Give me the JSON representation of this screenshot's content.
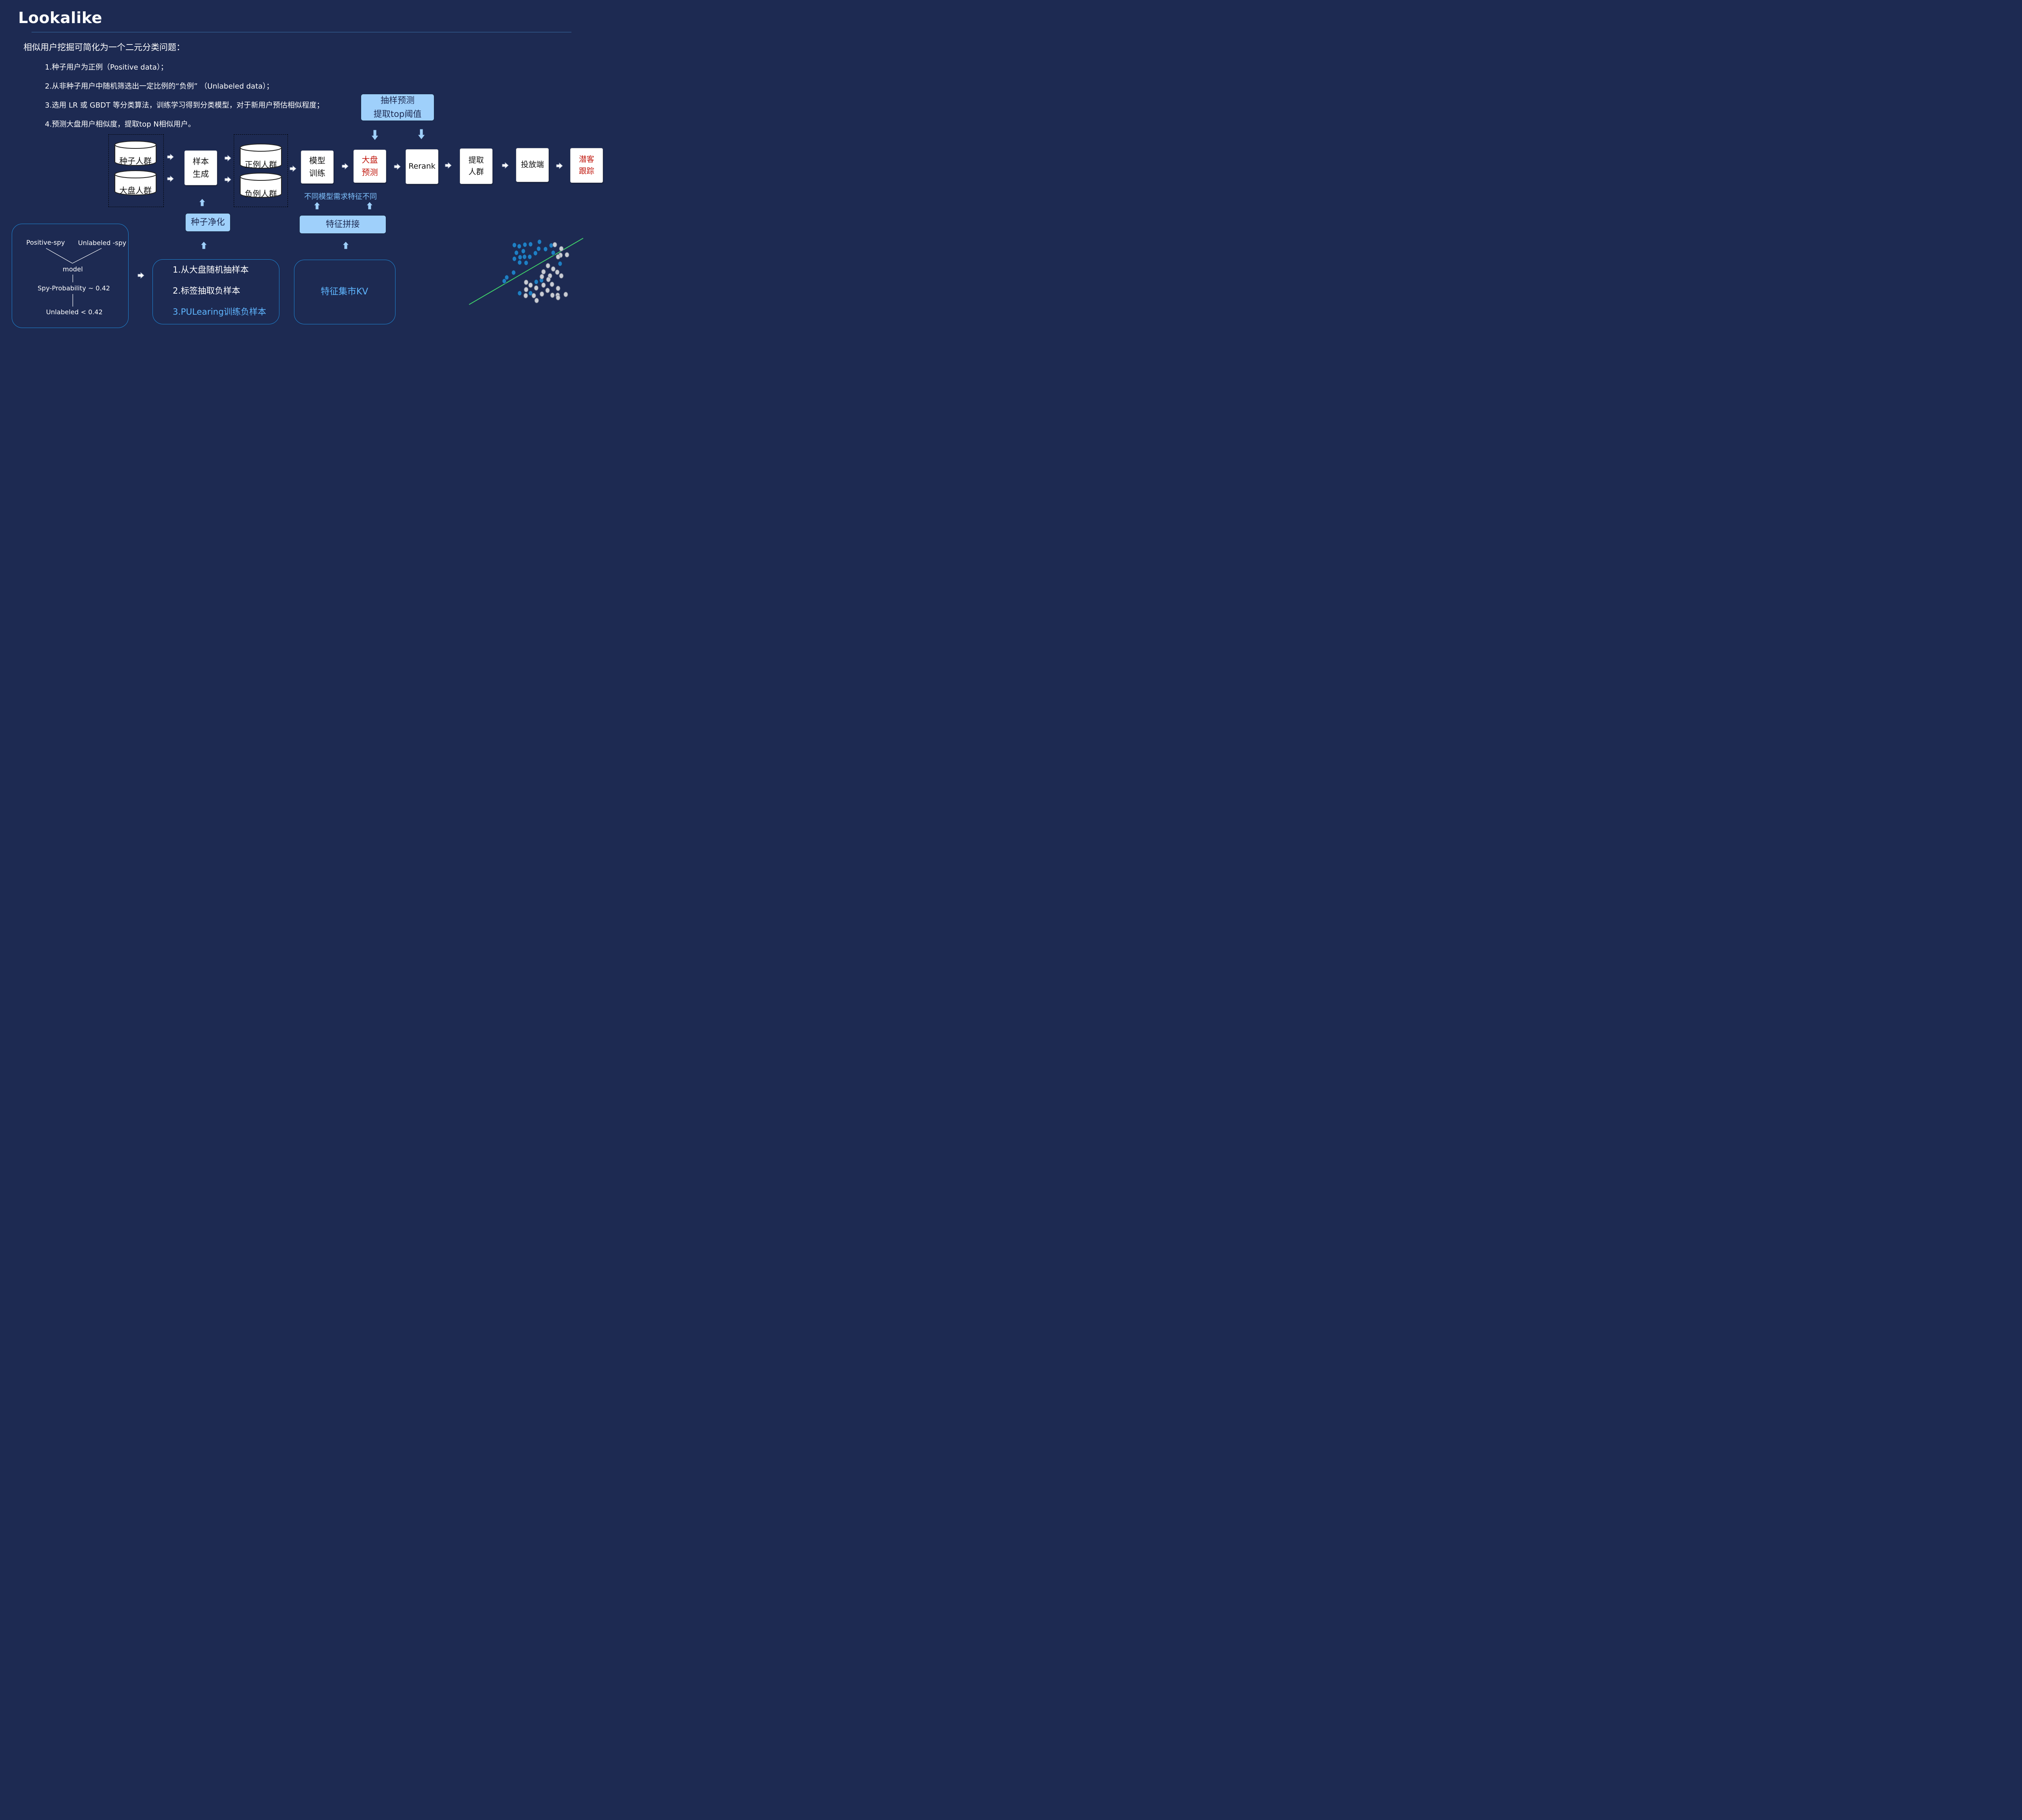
{
  "title": "Lookalike",
  "intro": "相似用户挖掘可简化为一个二元分类问题：",
  "steps": [
    "1.种子用户为正例（Positive data）；",
    "2.从非种子用户中随机筛选出一定比例的“负例” （Unlabeled data）；",
    "3.选用 LR 或 GBDT 等分类算法，训练学习得到分类模型，对于新用户预估相似程度；",
    "4.预测大盘用户相似度，提取top N相似用户。"
  ],
  "flow": {
    "cyl_seed": "种子人群",
    "cyl_all": "大盘人群",
    "sample_gen": [
      "样本",
      "生成"
    ],
    "cyl_pos": "正例人群",
    "cyl_neg": "负例人群",
    "model_train": [
      "模型",
      "训练"
    ],
    "predict": [
      "大盘",
      "预测"
    ],
    "rerank": "Rerank",
    "extract": [
      "提取",
      "人群"
    ],
    "delivery": "投放端",
    "track": [
      "潜客",
      "跟踪"
    ],
    "sample_predict": [
      "抽样预测",
      "提取top阈值"
    ],
    "seed_clean": "种子净化",
    "feature_note": "不同模型需求特征不同",
    "feature_concat": "特征拼接"
  },
  "spy_panel": {
    "positive_spy": "Positive-spy",
    "unlabeled_spy": "Unlabeled -spy",
    "model": "model",
    "spy_prob": "Spy-Probability ~ 0.42",
    "unlabeled_lt": "Unlabeled < 0.42"
  },
  "neg_panel": {
    "item1": "1.从大盘随机抽样本",
    "item2": "2.标签抽取负样本",
    "item3": "3.PULearing训练负样本"
  },
  "feature_panel": {
    "label": "特征集市KV"
  },
  "colors": {
    "background": "#1d2a52",
    "accent_blue": "#9fd0fb",
    "panel_border": "#1f86d4",
    "highlight_red": "#c0160c",
    "divider_line": "#3fd06a"
  }
}
